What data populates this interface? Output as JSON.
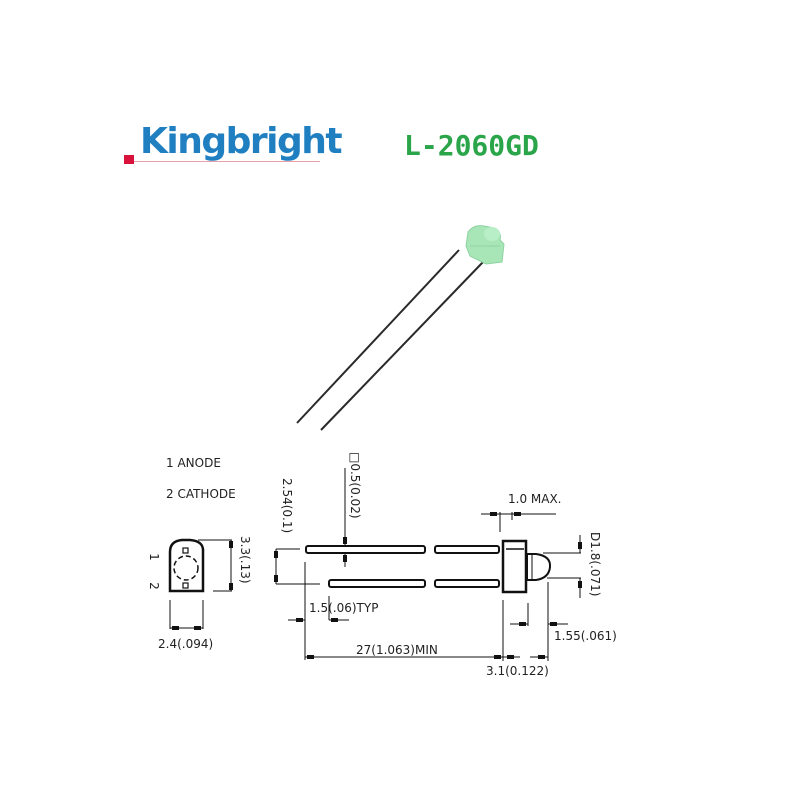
{
  "header": {
    "brand": "Kingbright",
    "part_number": "L-2060GD",
    "brand_color": "#1f7fc1",
    "brand_accent_color": "#d8123a",
    "part_number_color": "#2aa54a"
  },
  "product_photo": {
    "description": "2mm green diffused LED with two long leads",
    "lens_color": "#a8e6b8"
  },
  "pin_legend": {
    "items": [
      {
        "number": "1",
        "label": "ANODE",
        "text": "1  ANODE"
      },
      {
        "number": "2",
        "label": "CATHODE",
        "text": "2  CATHODE"
      }
    ]
  },
  "end_view": {
    "pin1_label": "1",
    "pin2_label": "2",
    "height_dim": "3.3(.13)",
    "width_dim": "2.4(.094)"
  },
  "side_view": {
    "lead_pitch": "2.54(0.1)",
    "lead_size": "□0.5(0.02)",
    "lead_offset": "1.5(.06)TYP",
    "lead_length": "27(1.063)MIN",
    "flange_max": "1.0  MAX.",
    "lens_diameter": "D1.8(.071)",
    "lens_protrusion": "1.55(.061)",
    "body_length": "3.1(0.122)"
  }
}
